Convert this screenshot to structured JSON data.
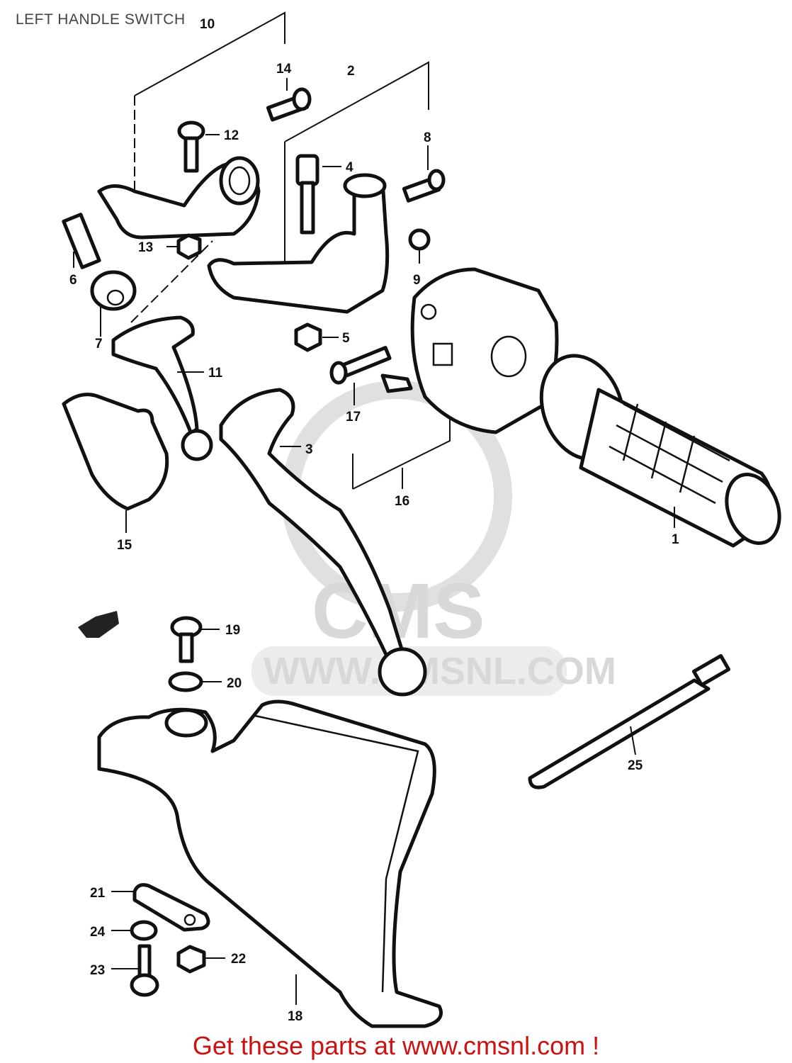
{
  "title": "LEFT HANDLE SWITCH",
  "footer": "Get these parts at www.cmsnl.com !",
  "watermark": {
    "brand": "CMS",
    "url": "WWW.CMSNL.COM"
  },
  "colors": {
    "footer": "#cc1111",
    "watermark": "#d8d8d8",
    "lines": "#111111"
  },
  "callouts": [
    "1",
    "2",
    "3",
    "4",
    "5",
    "6",
    "7",
    "8",
    "9",
    "10",
    "11",
    "12",
    "13",
    "14",
    "15",
    "16",
    "17",
    "18",
    "19",
    "20",
    "21",
    "22",
    "23",
    "24",
    "25"
  ]
}
